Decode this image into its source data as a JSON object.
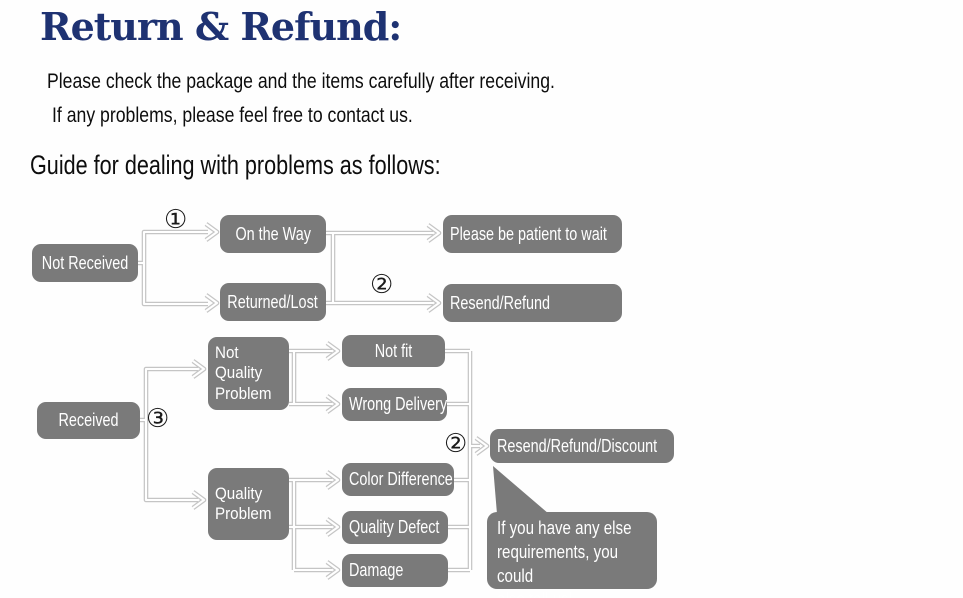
{
  "header": {
    "title": "Return & Refund:",
    "intro_line_1": "Please check the package and the items carefully after receiving.",
    "intro_line_2": "If any problems, please feel free to contact us.",
    "guide_heading": "Guide for dealing with problems as follows:"
  },
  "colors": {
    "title_navy": "#1e3272",
    "node_gray": "#7a7a7a",
    "connector_gray": "#c5c5c5",
    "node_text": "#ffffff",
    "body_text": "#0d0d0d"
  },
  "flowchart": {
    "markers": {
      "step1": "①",
      "step2": "②",
      "step3": "③"
    },
    "nodes": {
      "not_received": {
        "label": "Not Received"
      },
      "on_the_way": {
        "label": "On the Way"
      },
      "returned_lost": {
        "label": "Returned/Lost"
      },
      "please_wait": {
        "label": "Please be patient to wait"
      },
      "resend_refund": {
        "label": "Resend/Refund"
      },
      "received": {
        "label": "Received"
      },
      "not_quality_problem": {
        "label": "Not Quality Problem"
      },
      "not_fit": {
        "label": "Not fit"
      },
      "wrong_delivery": {
        "label": "Wrong Delivery"
      },
      "quality_problem": {
        "label": "Quality Problem"
      },
      "color_difference": {
        "label": "Color Difference"
      },
      "quality_defect": {
        "label": "Quality Defect"
      },
      "damage": {
        "label": "Damage"
      },
      "resend_refund_discount": {
        "label": "Resend/Refund/Discount"
      }
    },
    "bubble": {
      "text": "If you have any else\nrequirements, you could\nalso tell us!"
    }
  }
}
